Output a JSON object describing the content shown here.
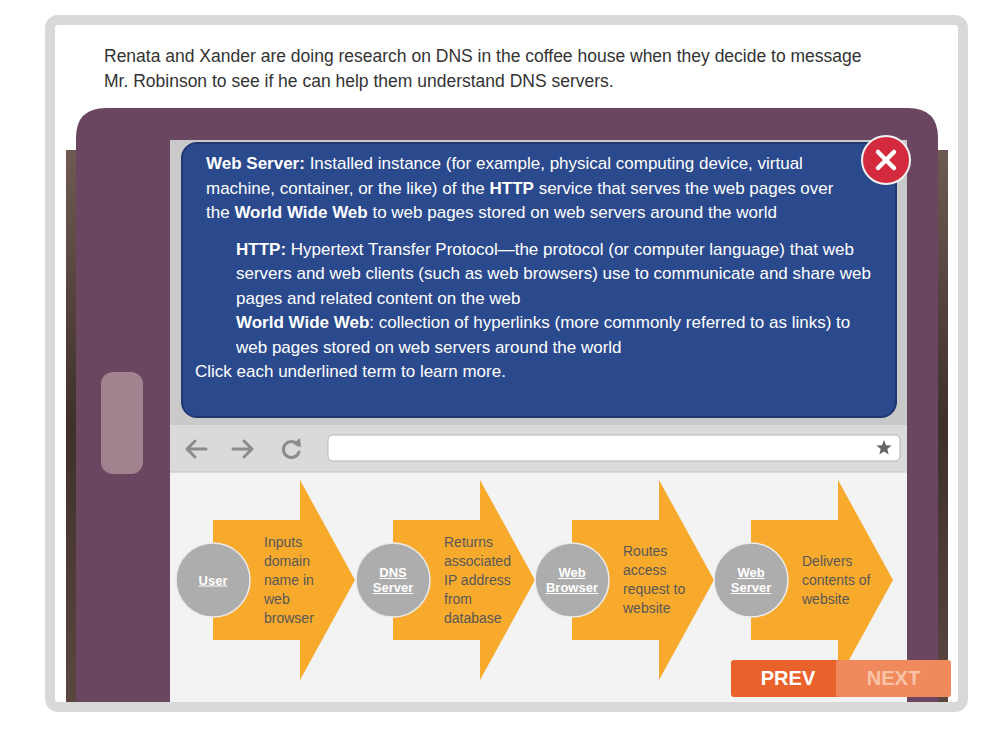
{
  "diagram": {
    "nodes": [
      {
        "text": [
          "Web Server:",
          "Installed instance (for example, physical computing device, virtual machine, container, or the like) of the",
          "HTTP",
          "service that serves the web pages over the",
          "World Wide Web",
          "to web pages stored on web servers around the world",
          "HTTP:",
          "Hypertext Transfer Protocol—the protocol (or computer language) that web servers and web clients (such as web browsers) use to communicate and share web pages and related content on the web",
          "World Wide Web",
          ": collection of hyperlinks (more commonly referred to as links) to web pages stored on web servers around the world",
          "Click each underlined term to learn more."
        ]
      },
      {
        "text": [
          "User"
        ]
      },
      {
        "text": [
          "Inputs domain name in web browser"
        ]
      },
      {
        "text": [
          "DNS Server"
        ]
      },
      {
        "text": [
          "Returns associated IP address from database"
        ]
      },
      {
        "text": [
          "Web Browser"
        ]
      },
      {
        "text": [
          "Routes access request to website"
        ]
      },
      {
        "text": [
          "Web Server"
        ]
      },
      {
        "text": [
          "Delivers contents of website"
        ]
      },
      {
        "text": [
          "PREV"
        ]
      },
      {
        "text": [
          "NEXT"
        ]
      }
    ],
    "labels": [
      "Renata and Xander are doing research on DNS in the coffee house when they decide to message Mr. Robinson to see if he can help them understand DNS servers."
    ]
  }
}
